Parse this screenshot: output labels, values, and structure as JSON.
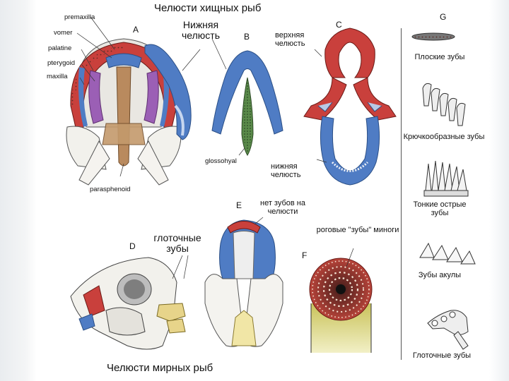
{
  "title_top": "Челюсти хищных рыб",
  "title_bottom": "Челюсти мирных рыб",
  "panel_letters": {
    "a": "A",
    "b": "B",
    "c": "C",
    "d": "D",
    "e": "E",
    "f": "F",
    "g": "G"
  },
  "panel_a": {
    "labels": [
      "premaxilla",
      "vomer",
      "palatine",
      "pterygoid",
      "maxilla"
    ],
    "parasphenoid": "parasphenoid"
  },
  "panel_b": {
    "lower_jaw": "Нижняя челюсть",
    "glossohyal": "glossohyal"
  },
  "panel_c": {
    "upper_jaw": "верхняя челюсть",
    "lower_jaw": "нижняя челюсть"
  },
  "panel_d": {
    "pharyngeal_teeth": "глоточные зубы"
  },
  "panel_e": {
    "no_teeth": "нет зубов на челюсти"
  },
  "panel_f": {
    "lamprey": "роговые \"зубы\" миноги"
  },
  "panel_g": {
    "items": [
      "Плоские зубы",
      "Крючкообразные зубы",
      "Тонкие острые зубы",
      "Зубы акулы",
      "Глоточные зубы"
    ]
  },
  "colors": {
    "red": "#c9403c",
    "blue": "#4f7cc4",
    "purple": "#9b5fb5",
    "green": "#5a8a4a",
    "bone": "#d8c7a6"
  }
}
